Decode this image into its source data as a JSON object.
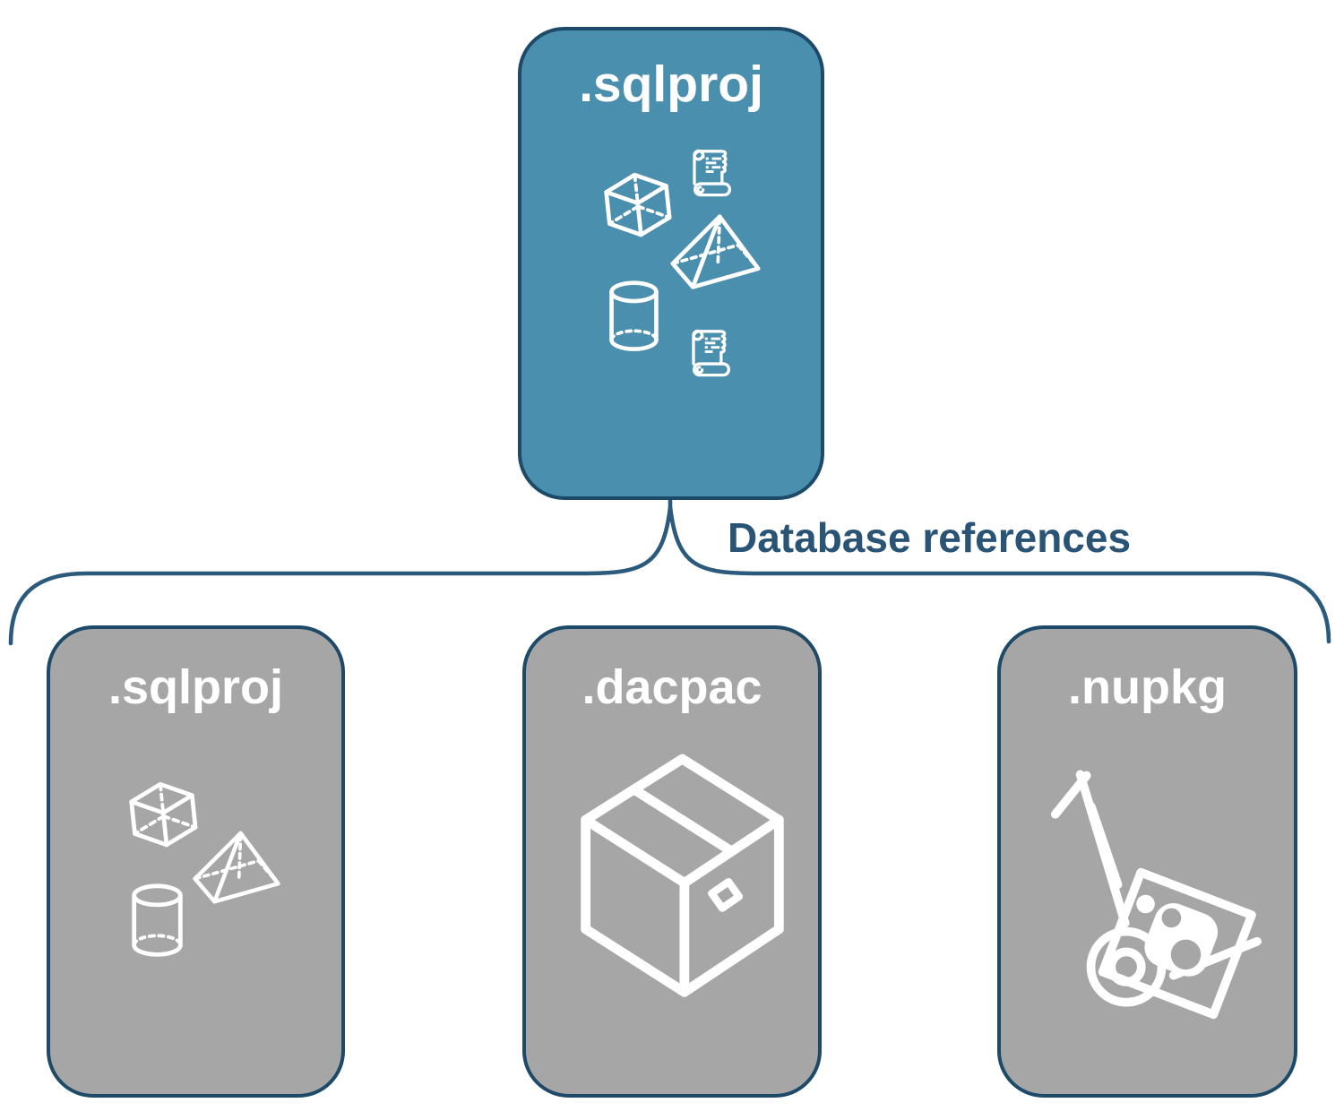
{
  "diagram": {
    "root": {
      "label": ".sqlproj",
      "icons": [
        "cube-icon",
        "scroll-icon",
        "pyramid-icon",
        "cylinder-icon",
        "scroll-icon"
      ]
    },
    "edge_label": "Database references",
    "children": [
      {
        "label": ".sqlproj",
        "icons": [
          "cube-icon",
          "pyramid-icon",
          "cylinder-icon"
        ]
      },
      {
        "label": ".dacpac",
        "icons": [
          "package-box-icon"
        ]
      },
      {
        "label": ".nupkg",
        "icons": [
          "nuget-handtruck-icon"
        ]
      }
    ],
    "colors": {
      "root_fill": "#4a8fae",
      "child_fill": "#a6a6a6",
      "box_border": "#1d4a68",
      "connector_line": "#2b5a7d",
      "edge_label_text": "#2a5475",
      "icon_stroke": "#ffffff"
    }
  }
}
